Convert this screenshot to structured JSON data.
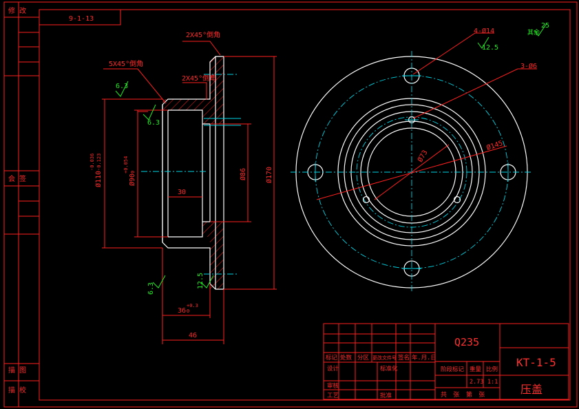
{
  "revision": {
    "label_modify": "修 改",
    "label_sign": "会 签",
    "label_trace": "描 图",
    "label_check": "描 校",
    "drawing_ref": "9-1-13"
  },
  "dims": {
    "chamfer_top": "2X45°倒角",
    "chamfer_left": "5X45°倒角",
    "chamfer_inner": "2X45°倒角",
    "rough_63a": "6.3",
    "rough_63b": "6.3",
    "rough_63c": "6.3",
    "rough_125": "12.5",
    "dia_110": "Ø110",
    "dia_110_tol_up": "-0.036",
    "dia_110_tol_lo": "-0.123",
    "dia_90": "Ø90",
    "dia_90_tol_up": "+0.054",
    "dia_90_tol_lo": "0",
    "dim_30": "30",
    "dia_86": "Ø86",
    "dia_170": "Ø170",
    "dim_36": "36",
    "dim_36_tol": "+0.3",
    "dim_36_tol_lo": "0",
    "dim_46": "46",
    "holes_4": "4-Ø14",
    "holes_4_rough": "12.5",
    "holes_3": "3-Ø6",
    "dia_73": "Ø73",
    "dia_145": "Ø145",
    "rough_other": "25",
    "rough_other_mark": "其余"
  },
  "title_block": {
    "material": "Q235",
    "part_no": "KT-1-5",
    "part_name": "压盖",
    "hdr_mark": "标记",
    "hdr_count": "处数",
    "hdr_zone": "分区",
    "hdr_doc": "更改文件号",
    "hdr_sign": "签名",
    "hdr_date": "年.月.日",
    "design": "设计",
    "standard": "标准化",
    "stage": "阶段标记",
    "weight": "重量",
    "scale_label": "比例",
    "weight_value": "2.73",
    "scale_value": "1:1",
    "review": "审核",
    "process": "工艺",
    "approve": "批准",
    "sheets": "共 张 第 张"
  }
}
